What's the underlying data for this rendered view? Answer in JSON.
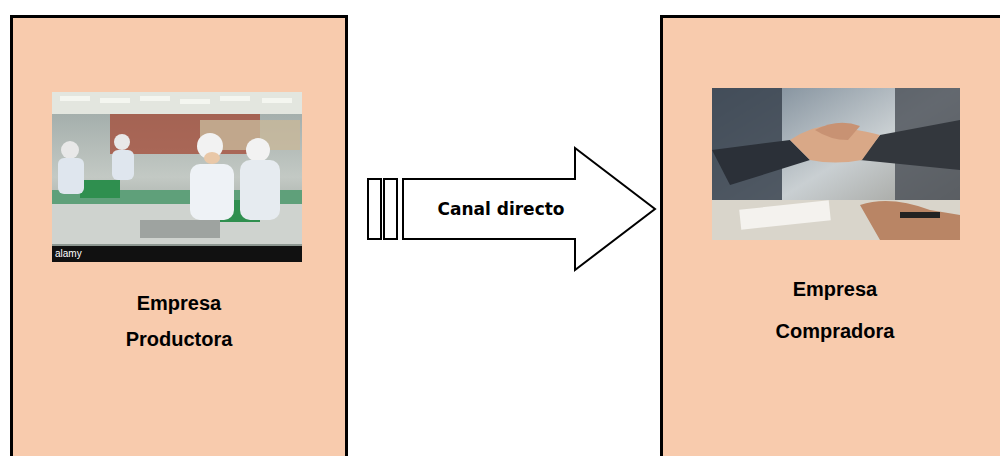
{
  "diagram": {
    "nodes": [
      {
        "text": [
          "Empresa Productora"
        ]
      },
      {
        "text": [
          "Empresa Compradora"
        ]
      }
    ],
    "edges": [
      {
        "from": 0,
        "to": 1,
        "arrow": "to",
        "label": "Canal directo"
      }
    ],
    "labels": [
      "alamy"
    ]
  }
}
